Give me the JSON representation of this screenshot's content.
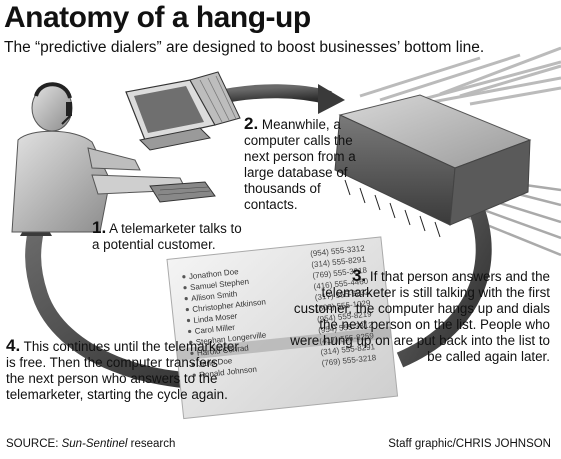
{
  "title": "Anatomy of a hang-up",
  "subtitle": "The “predictive dialers” are designed to boost businesses’ bottom line.",
  "steps": [
    {
      "num": "1.",
      "text": "A telemarketer talks to a potential customer."
    },
    {
      "num": "2.",
      "text": "Meanwhile, a computer calls the next person from a large database of thousands of contacts."
    },
    {
      "num": "3.",
      "text": "If that person answers and the telemarketer is still talking with the first customer, the computer hangs up and dials the next person on the list. People who were hung up on are put back into the list to be called again later."
    },
    {
      "num": "4.",
      "text": "This continues until the telemarketer is free. Then the computer transfers the next person who answers to the telemarketer, starting the cycle again."
    }
  ],
  "contact_list": {
    "names": [
      "Jonathon Doe",
      "Samuel Stephen",
      "Allison Smith",
      "Christopher Atkinson",
      "Linda Moser",
      "Carol Miller",
      "Stephan Longerville",
      "Harold Conrad",
      "Jane Doe",
      "Ronald Johnson"
    ],
    "phones": [
      "(954) 555-3312",
      "(314) 555-8291",
      "(769) 555-3218",
      "(416) 555-4460",
      "(317) 555-9232",
      "(800) 555-1029",
      "(954) 555-8219",
      "(954) 555-3312",
      "(417) 555-8259",
      "(314) 555-8291",
      "(769) 555-3218"
    ]
  },
  "footer": {
    "source_prefix": "SOURCE: ",
    "source_name": "Sun-Sentinel",
    "source_suffix": " research",
    "credit": "Staff graphic/CHRIS JOHNSON"
  }
}
